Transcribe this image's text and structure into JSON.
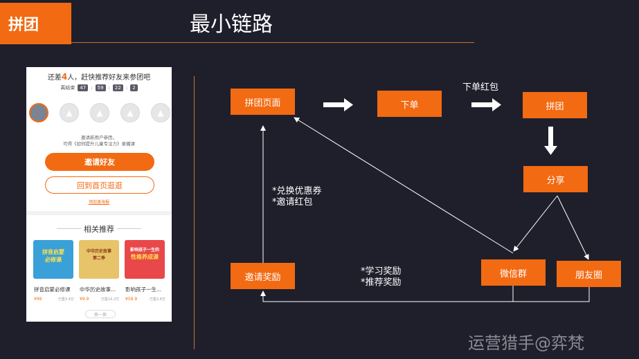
{
  "header": {
    "tag": "拼团",
    "title": "最小链路"
  },
  "phone": {
    "headline_pre": "还差",
    "headline_num": "4",
    "headline_post": "人，赶快推荐好友来参团吧",
    "timer_label": "离结束",
    "timer": [
      "47",
      "59",
      "22",
      "2"
    ],
    "invite_line1": "邀请新用户参团，",
    "invite_line2": "可得《如何提升儿童专注力》录播课",
    "invite_button": "邀请好友",
    "home_button": "回到首页逛逛",
    "poster_link": "领加速海报",
    "recommend_title": "相关推荐",
    "courses": [
      {
        "name": "拼音启蒙必修课",
        "cover_line1": "拼音启蒙",
        "cover_line2": "必修课",
        "price": "¥99",
        "stat": "已售5.4万",
        "color": "#3aa0d8"
      },
      {
        "name": "中华历史故事...",
        "cover_line1": "中华历史故事",
        "cover_line2": "第二季",
        "price": "¥9.9",
        "stat": "已售14.2万",
        "color": "#e7c46a"
      },
      {
        "name": "影响孩子一生...",
        "cover_line1": "影响孩子一生的",
        "cover_line2": "性格养成课",
        "price": "¥59.9",
        "stat": "已售2.8万",
        "color": "#e8484a"
      }
    ],
    "more_button": "换一换"
  },
  "flow": {
    "nodes": {
      "pintuan_page": "拼团页面",
      "order": "下单",
      "group": "拼团",
      "share": "分享",
      "wechat_group": "微信群",
      "moments": "朋友圈",
      "invite_reward": "邀请奖励"
    },
    "edge_label_redpack": "下单红包",
    "reward_notes": [
      "*兑换优惠券",
      "*邀请红包"
    ],
    "study_notes": [
      "*学习奖励",
      "*推荐奖励"
    ]
  },
  "watermark": "运营猎手@弈梵",
  "colors": {
    "accent": "#f26a12",
    "background": "#1f1f2c"
  }
}
